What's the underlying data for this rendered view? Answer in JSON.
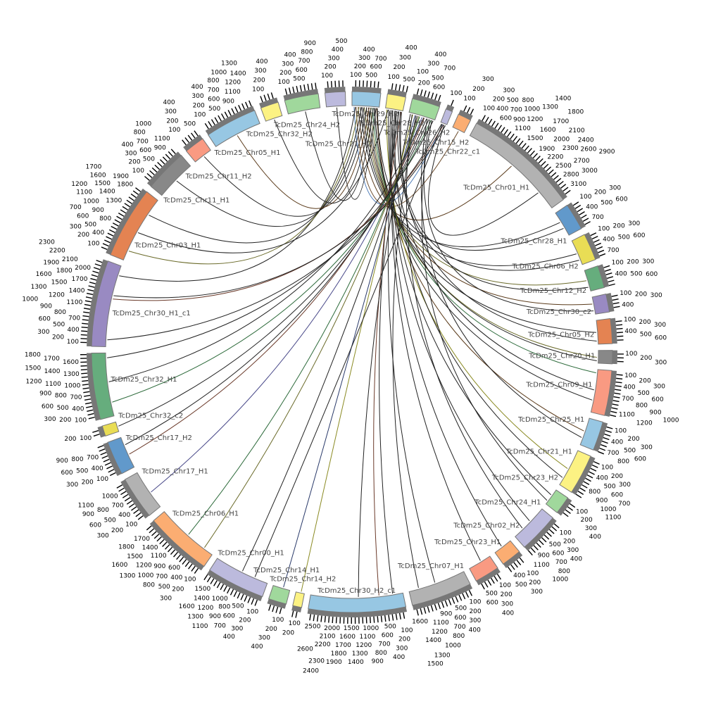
{
  "chart_data": {
    "type": "circos",
    "tick_interval": 100,
    "tick_labels_every": 1,
    "chromosomes": [
      {
        "name": "TcDm25_Chr29_H2",
        "length": 790,
        "color": "#97c7e3"
      },
      {
        "name": "TcDm25_Chr28_H2",
        "length": 510,
        "color": "#fcf283"
      },
      {
        "name": "TcDm25_Chr26_H2",
        "length": 780,
        "color": "#a0d89c"
      },
      {
        "name": "TcDm25_Chr15_H2",
        "length": 190,
        "color": "#bcbadd"
      },
      {
        "name": "TcDm25_Chr22_c1",
        "length": 370,
        "color": "#fbad72"
      },
      {
        "name": "TcDm25_Chr01_H1",
        "length": 3190,
        "color": "#b2b2b2"
      },
      {
        "name": "TcDm25_Chr28_H1",
        "length": 750,
        "color": "#6199cb"
      },
      {
        "name": "TcDm25_Chr06_H2",
        "length": 750,
        "color": "#e9dd55"
      },
      {
        "name": "TcDm25_Chr12_H2",
        "length": 620,
        "color": "#66ad7d"
      },
      {
        "name": "TcDm25_Chr30_c2",
        "length": 500,
        "color": "#998ac2"
      },
      {
        "name": "TcDm25_Chr05_H2",
        "length": 690,
        "color": "#e48352"
      },
      {
        "name": "TcDm25_Chr20_H1",
        "length": 370,
        "color": "#888888"
      },
      {
        "name": "TcDm25_Chr09_H1",
        "length": 1250,
        "color": "#f99a82"
      },
      {
        "name": "TcDm25_Chr25_H1",
        "length": 810,
        "color": "#97c7e3"
      },
      {
        "name": "TcDm25_Chr21_H1",
        "length": 1120,
        "color": "#fcf283"
      },
      {
        "name": "TcDm25_Chr23_H2",
        "length": 500,
        "color": "#a0d89c"
      },
      {
        "name": "TcDm25_Chr24_H1",
        "length": 1120,
        "color": "#bcbadd"
      },
      {
        "name": "TcDm25_Chr02_H2",
        "length": 560,
        "color": "#fbad72"
      },
      {
        "name": "TcDm25_Chr23_H1",
        "length": 690,
        "color": "#f99a82"
      },
      {
        "name": "TcDm25_Chr07_H1",
        "length": 1690,
        "color": "#b2b2b2"
      },
      {
        "name": "TcDm25_Chr30_H2_c1",
        "length": 2690,
        "color": "#97c7e3"
      },
      {
        "name": "TcDm25_Chr14_H2",
        "length": 250,
        "color": "#fcf283"
      },
      {
        "name": "TcDm25_Chr14_H1",
        "length": 500,
        "color": "#a0d89c"
      },
      {
        "name": "TcDm25_Chr00_H1",
        "length": 1620,
        "color": "#bcbadd"
      },
      {
        "name": "TcDm25_Chr06_H1",
        "length": 1870,
        "color": "#fbad72"
      },
      {
        "name": "TcDm25_Chr17_H1",
        "length": 1190,
        "color": "#b2b2b2"
      },
      {
        "name": "TcDm25_Chr17_H2",
        "length": 940,
        "color": "#6199cb"
      },
      {
        "name": "TcDm25_Chr32_c2",
        "length": 290,
        "color": "#e9dd55"
      },
      {
        "name": "TcDm25_Chr32_H1",
        "length": 1840,
        "color": "#66ad7d"
      },
      {
        "name": "TcDm25_Chr30_H1_c1",
        "length": 2390,
        "color": "#998ac2"
      },
      {
        "name": "TcDm25_Chr03_H1",
        "length": 2000,
        "color": "#e48352"
      },
      {
        "name": "TcDm25_Chr11_H1",
        "length": 1190,
        "color": "#888888"
      },
      {
        "name": "TcDm25_Chr11_H2",
        "length": 560,
        "color": "#f99a82"
      },
      {
        "name": "TcDm25_Chr05_H1",
        "length": 1440,
        "color": "#97c7e3"
      },
      {
        "name": "TcDm25_Chr32_H2",
        "length": 500,
        "color": "#fcf283"
      },
      {
        "name": "TcDm25_Chr24_H2",
        "length": 940,
        "color": "#a0d89c"
      },
      {
        "name": "TcDm25_Chr21_H2",
        "length": 560,
        "color": "#bcbadd"
      }
    ],
    "links": [
      [
        0,
        60,
        3,
        80,
        "#4a78b5"
      ],
      [
        0,
        120,
        4,
        200,
        "#6a4a2a"
      ],
      [
        0,
        180,
        5,
        1500,
        "#5a3a1a"
      ],
      [
        0,
        240,
        6,
        300,
        "#222"
      ],
      [
        0,
        300,
        7,
        400,
        "#222"
      ],
      [
        0,
        360,
        8,
        300,
        "#6b6b2a"
      ],
      [
        0,
        420,
        9,
        200,
        "#5a3a1a"
      ],
      [
        0,
        480,
        10,
        350,
        "#222"
      ],
      [
        0,
        540,
        11,
        200,
        "#6b6b2a"
      ],
      [
        0,
        600,
        12,
        100,
        "#2c6a3a"
      ],
      [
        0,
        660,
        12,
        900,
        "#222"
      ],
      [
        0,
        720,
        13,
        400,
        "#5a3a1a"
      ],
      [
        1,
        40,
        14,
        600,
        "#8a8a22"
      ],
      [
        1,
        100,
        15,
        200,
        "#222"
      ],
      [
        1,
        160,
        16,
        500,
        "#222"
      ],
      [
        1,
        220,
        17,
        300,
        "#222"
      ],
      [
        1,
        280,
        18,
        300,
        "#222"
      ],
      [
        1,
        340,
        19,
        900,
        "#222"
      ],
      [
        1,
        400,
        20,
        300,
        "#222"
      ],
      [
        1,
        460,
        20,
        700,
        "#6b3a2a"
      ],
      [
        2,
        50,
        20,
        1300,
        "#222"
      ],
      [
        2,
        120,
        21,
        100,
        "#8a8a22"
      ],
      [
        2,
        190,
        22,
        200,
        "#2a3a6a"
      ],
      [
        2,
        260,
        23,
        800,
        "#222"
      ],
      [
        2,
        330,
        24,
        900,
        "#2c6a3a"
      ],
      [
        2,
        400,
        25,
        500,
        "#4a4a8a"
      ],
      [
        2,
        470,
        26,
        400,
        "#6b3a2a"
      ],
      [
        2,
        540,
        26,
        700,
        "#222"
      ],
      [
        2,
        610,
        27,
        150,
        "#222"
      ],
      [
        2,
        680,
        28,
        400,
        "#2c6a3a"
      ],
      [
        2,
        740,
        28,
        1700,
        "#222"
      ],
      [
        3,
        40,
        29,
        200,
        "#222"
      ],
      [
        3,
        100,
        29,
        1400,
        "#6b3a2a"
      ],
      [
        3,
        160,
        29,
        1500,
        "#222"
      ],
      [
        0,
        100,
        29,
        2100,
        "#222"
      ],
      [
        0,
        200,
        30,
        300,
        "#6b6b2a"
      ],
      [
        0,
        280,
        30,
        1500,
        "#222"
      ],
      [
        0,
        350,
        31,
        600,
        "#222"
      ],
      [
        0,
        430,
        32,
        300,
        "#222"
      ],
      [
        0,
        500,
        33,
        700,
        "#5a3a1a"
      ],
      [
        0,
        560,
        34,
        250,
        "#222"
      ],
      [
        0,
        620,
        35,
        500,
        "#222"
      ],
      [
        0,
        700,
        36,
        300,
        "#222"
      ],
      [
        1,
        80,
        30,
        900,
        "#222"
      ],
      [
        1,
        200,
        12,
        600,
        "#222"
      ],
      [
        1,
        300,
        14,
        900,
        "#222"
      ],
      [
        2,
        100,
        16,
        800,
        "#222"
      ],
      [
        2,
        220,
        19,
        1400,
        "#222"
      ],
      [
        2,
        300,
        24,
        300,
        "#6b6b2a"
      ],
      [
        2,
        450,
        28,
        1000,
        "#222"
      ],
      [
        3,
        120,
        5,
        2600,
        "#222"
      ],
      [
        1,
        380,
        8,
        500,
        "#222"
      ],
      [
        1,
        440,
        10,
        600,
        "#222"
      ],
      [
        0,
        650,
        11,
        300,
        "#222"
      ],
      [
        2,
        560,
        13,
        600,
        "#222"
      ],
      [
        2,
        640,
        9,
        400,
        "#222"
      ],
      [
        1,
        480,
        7,
        600,
        "#222"
      ],
      [
        0,
        740,
        6,
        500,
        "#222"
      ],
      [
        2,
        700,
        15,
        400,
        "#222"
      ],
      [
        3,
        60,
        23,
        400,
        "#222"
      ]
    ]
  }
}
